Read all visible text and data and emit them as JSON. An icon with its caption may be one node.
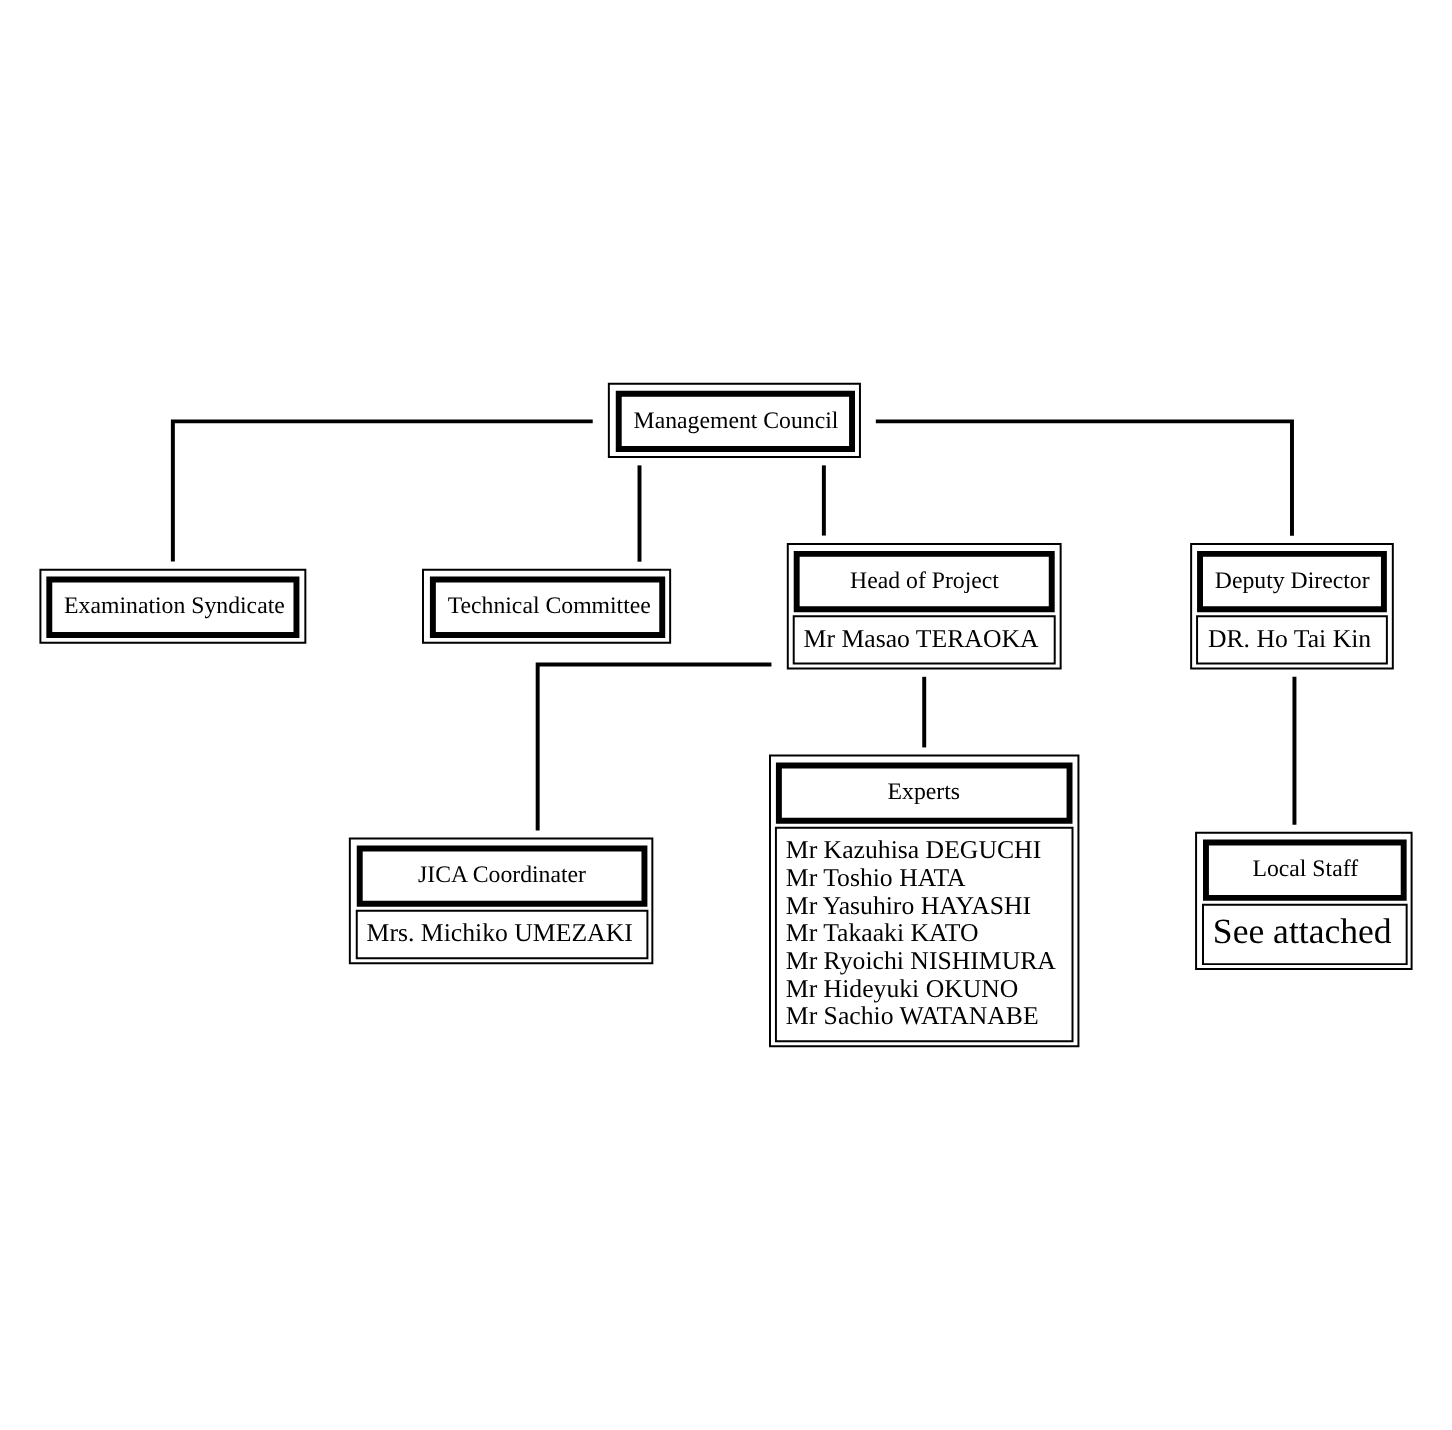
{
  "diagram": {
    "nodes": [
      {
        "text": [
          "Management Council"
        ]
      },
      {
        "text": [
          "Examination Syndicate"
        ]
      },
      {
        "text": [
          "Technical Committee"
        ]
      },
      {
        "text": [
          "Head of Project",
          "Mr Masao TERAOKA"
        ]
      },
      {
        "text": [
          "Deputy Director",
          "DR. Ho Tai Kin"
        ]
      },
      {
        "text": [
          "JICA Coordinater",
          "Mrs. Michiko UMEZAKI"
        ]
      },
      {
        "text": [
          "Local Staff",
          "See attached"
        ]
      },
      {
        "text": [
          "Experts",
          "Mr Kazuhisa DEGUCHI",
          "Mr Toshio HATA",
          "Mr Yasuhiro HAYASHI",
          "Mr Takaaki KATO",
          "Mr Ryoichi NISHIMURA",
          "Mr Hideyuki OKUNO",
          "Mr Sachio WATANABE"
        ]
      }
    ],
    "edges": [
      {
        "from": 0,
        "to": 1,
        "arrow": "none"
      },
      {
        "from": 0,
        "to": 2,
        "arrow": "none"
      },
      {
        "from": 0,
        "to": 3,
        "arrow": "none"
      },
      {
        "from": 0,
        "to": 4,
        "arrow": "none"
      },
      {
        "from": 3,
        "to": 5,
        "arrow": "none"
      },
      {
        "from": 3,
        "to": 7,
        "arrow": "none"
      },
      {
        "from": 4,
        "to": 6,
        "arrow": "none"
      }
    ]
  }
}
